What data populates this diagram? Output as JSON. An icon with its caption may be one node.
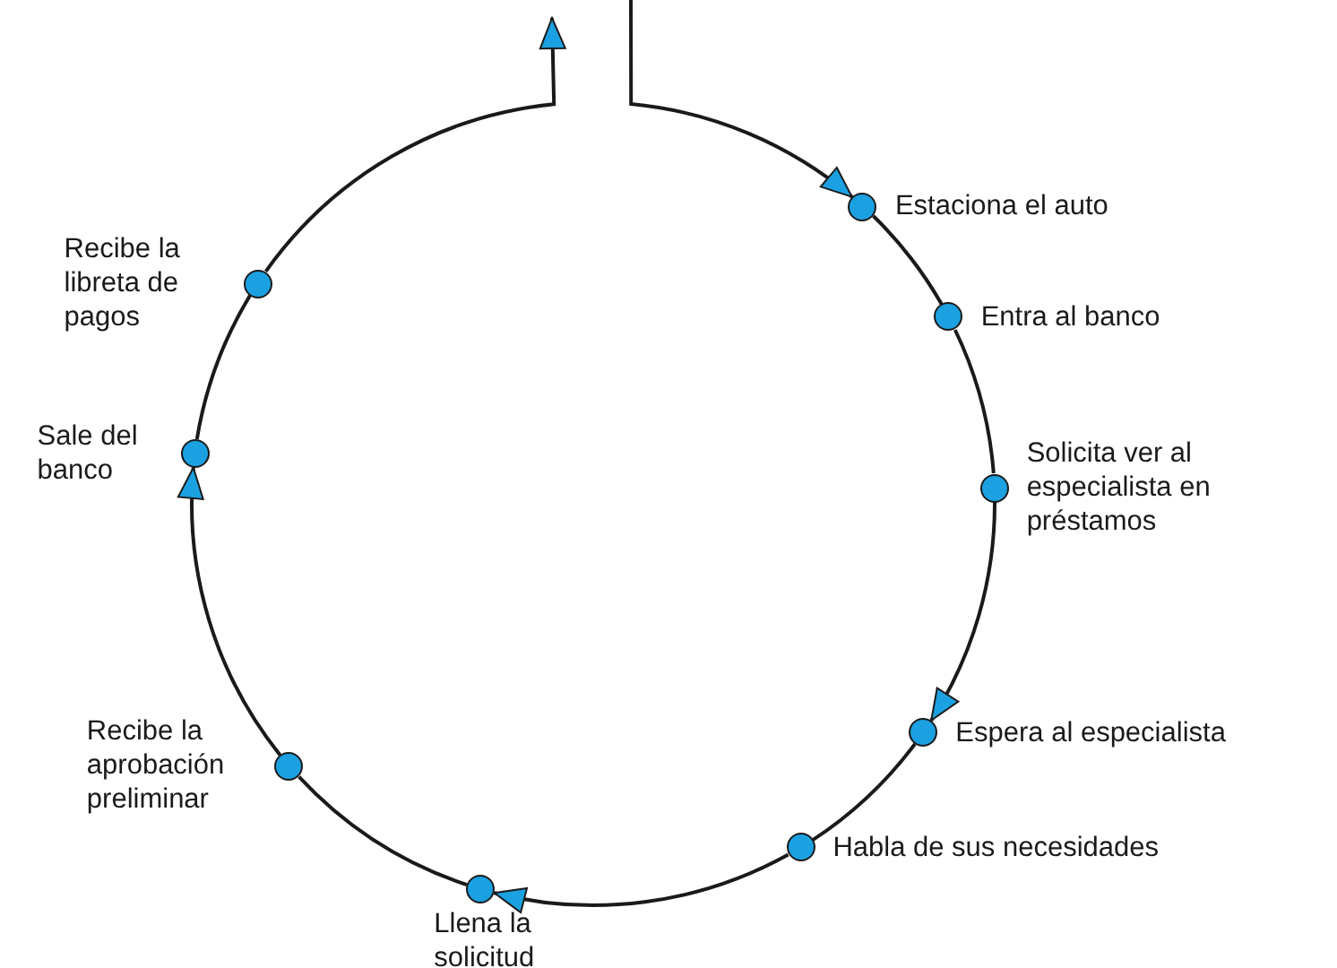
{
  "diagram": {
    "nodes": [
      {
        "text": [
          "Estaciona el auto"
        ]
      },
      {
        "text": [
          "Entra al banco"
        ]
      },
      {
        "text": [
          "Solicita ver al especialista en préstamos"
        ]
      },
      {
        "text": [
          "Espera al especialista"
        ]
      },
      {
        "text": [
          "Habla de sus necesidades"
        ]
      },
      {
        "text": [
          "Llena la solicitud"
        ]
      },
      {
        "text": [
          "Recibe la aprobación preliminar"
        ]
      },
      {
        "text": [
          "Sale del banco"
        ]
      },
      {
        "text": [
          "Recibe la libreta de pagos"
        ]
      }
    ],
    "edges": [
      {
        "from": null,
        "to": 0,
        "arrow": "to"
      },
      {
        "from": 0,
        "to": 1,
        "arrow": "none"
      },
      {
        "from": 1,
        "to": 2,
        "arrow": "none"
      },
      {
        "from": 2,
        "to": 3,
        "arrow": "to"
      },
      {
        "from": 3,
        "to": 4,
        "arrow": "none"
      },
      {
        "from": 4,
        "to": 5,
        "arrow": "to"
      },
      {
        "from": 5,
        "to": 6,
        "arrow": "none"
      },
      {
        "from": 6,
        "to": 7,
        "arrow": "to"
      },
      {
        "from": 7,
        "to": 8,
        "arrow": "none"
      },
      {
        "from": 8,
        "to": null,
        "arrow": "to"
      }
    ]
  }
}
